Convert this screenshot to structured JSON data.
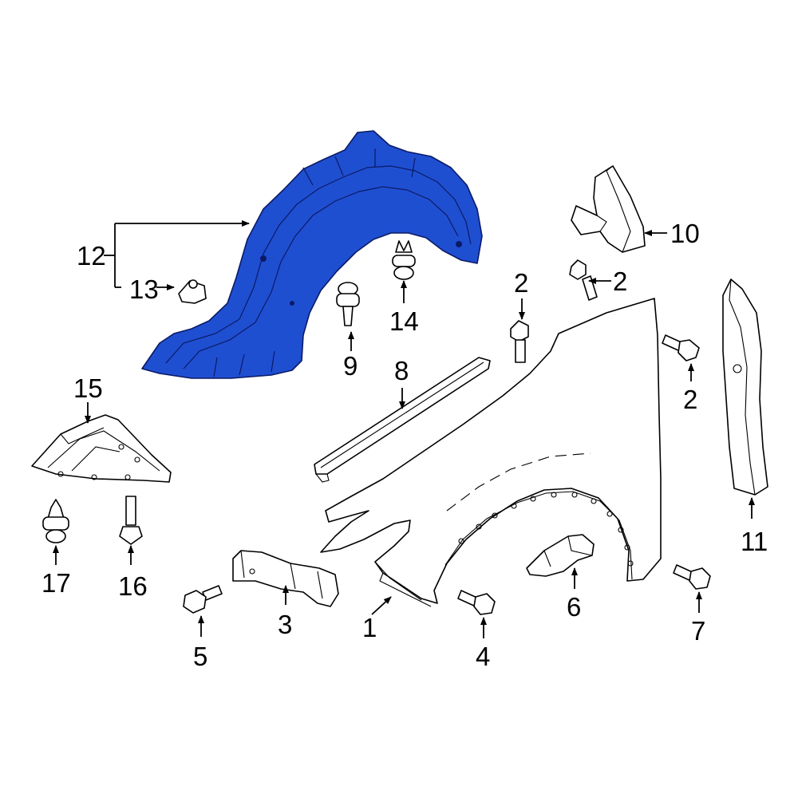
{
  "colors": {
    "highlight": "#1f4fd1",
    "highlight_outline": "#0b1a66",
    "line": "#000000",
    "background": "#ffffff"
  },
  "callouts": {
    "c1": "1",
    "c2a": "2",
    "c2b": "2",
    "c2c": "2",
    "c3": "3",
    "c4": "4",
    "c5": "5",
    "c6": "6",
    "c7": "7",
    "c8": "8",
    "c9": "9",
    "c10": "10",
    "c11": "11",
    "c12": "12",
    "c13": "13",
    "c14": "14",
    "c15": "15",
    "c16": "16",
    "c17": "17"
  }
}
